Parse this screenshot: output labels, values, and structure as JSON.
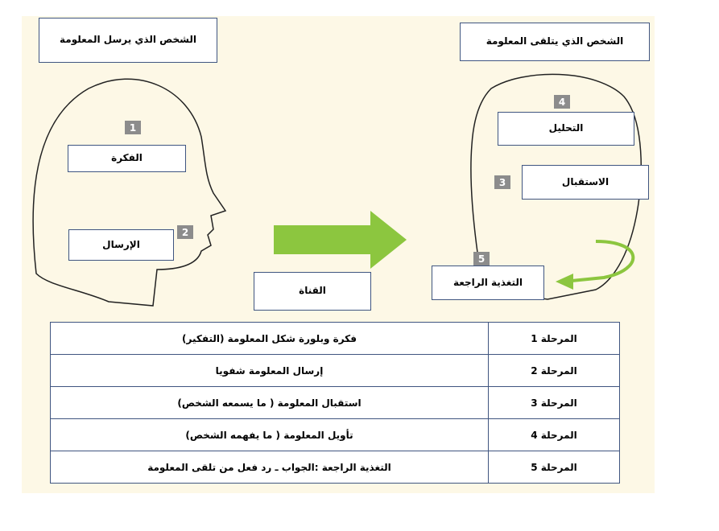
{
  "sender_title": "الشخص الذي يرسل المعلومة",
  "receiver_title": "الشخص الذي يتلقى المعلومة",
  "sender": {
    "idea": "الفكرة",
    "sending": "الإرسال"
  },
  "channel": "القناة",
  "receiver": {
    "analysis": "التحليل",
    "reception": "الاستقبال",
    "feedback": "التغذية الراجعة"
  },
  "badges": [
    "1",
    "2",
    "3",
    "4",
    "5"
  ],
  "colors": {
    "arrow": "#8cc63f",
    "border": "#3f5580",
    "background": "#fdf8e6"
  },
  "table": [
    {
      "stage": "المرحلة 1",
      "desc": "فكرة وبلورة شكل المعلومة (التفكير)"
    },
    {
      "stage": "المرحلة 2",
      "desc": "إرسال المعلومة شفويا"
    },
    {
      "stage": "المرحلة 3",
      "desc": "استقبال المعلومة ( ما يسمعه الشخص)"
    },
    {
      "stage": "المرحلة 4",
      "desc": "تأويل المعلومة ( ما يفهمه الشخص)"
    },
    {
      "stage": "المرحلة 5",
      "desc": "التغذية الراجعة :الجواب ـ رد فعل من تلقى المعلومة"
    }
  ]
}
